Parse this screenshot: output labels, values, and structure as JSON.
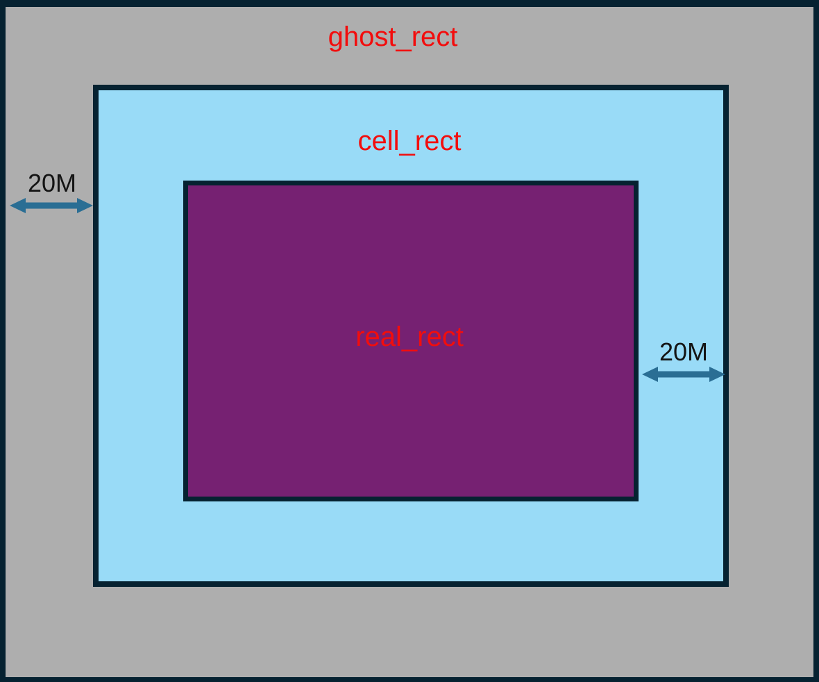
{
  "diagram": {
    "rects": {
      "ghost": {
        "label": "ghost_rect",
        "fill": "#AEAEAE"
      },
      "cell": {
        "label": "cell_rect",
        "fill": "#99DBF7"
      },
      "real": {
        "label": "real_rect",
        "fill": "#762172"
      }
    },
    "margins": {
      "left": {
        "label": "20M"
      },
      "right": {
        "label": "20M"
      }
    },
    "colors": {
      "rect_label_red": "#F20D0D",
      "frame_border_navy": "#062231",
      "arrow_teal": "#2A6E94",
      "margin_label_black": "#141414"
    }
  }
}
